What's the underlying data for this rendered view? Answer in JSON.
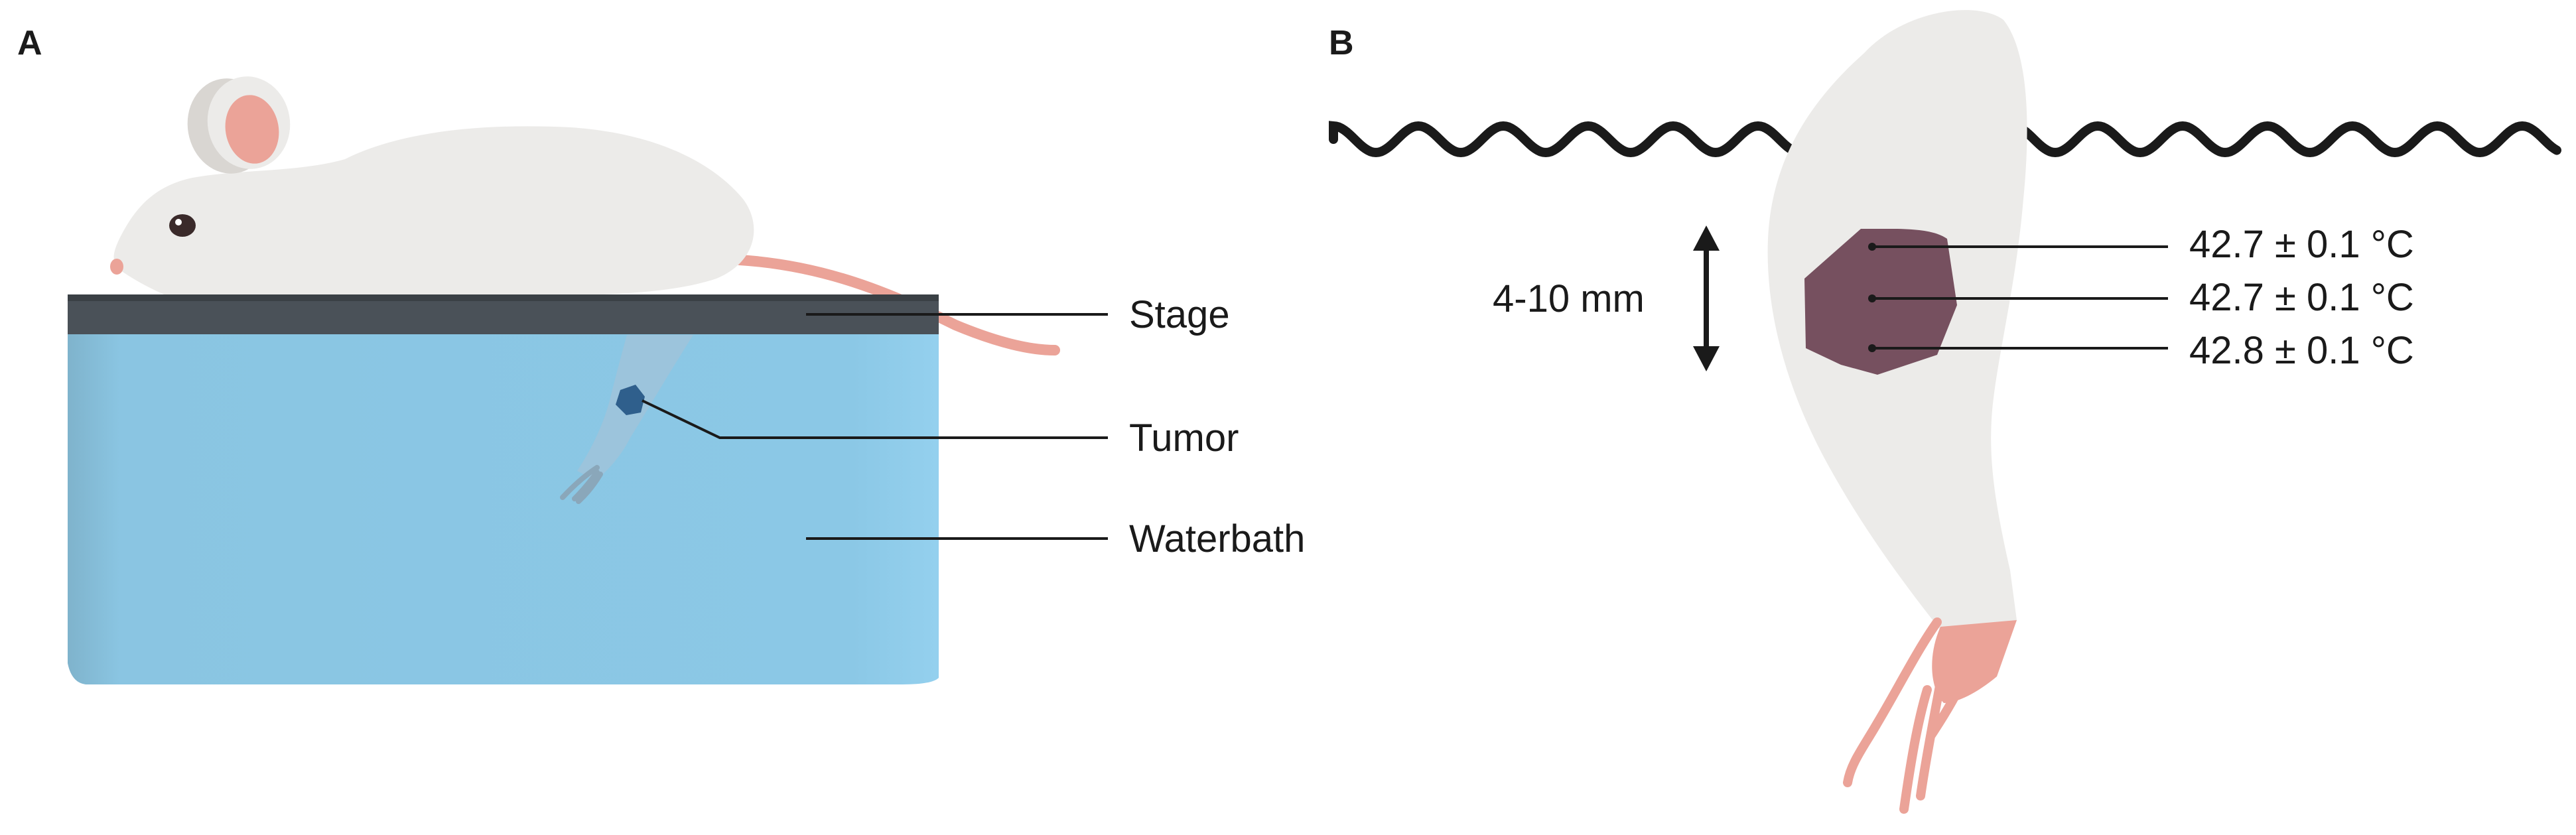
{
  "panel_a": {
    "letter": "A",
    "labels": {
      "stage": "Stage",
      "tumor": "Tumor",
      "waterbath": "Waterbath"
    }
  },
  "panel_b": {
    "letter": "B",
    "depth_label": "4-10 mm",
    "temperatures": [
      "42.7 ± 0.1 °C",
      "42.7 ± 0.1 °C",
      "42.8 ± 0.1 °C"
    ]
  },
  "colors": {
    "water": "#8bc8e6",
    "stage": "#4a5158",
    "fur": "#ecebe9",
    "skin_pink": "#eba398",
    "tumor_a": "#2f5f8c",
    "tumor_b": "#76505f",
    "ink": "#1a1a1a"
  }
}
